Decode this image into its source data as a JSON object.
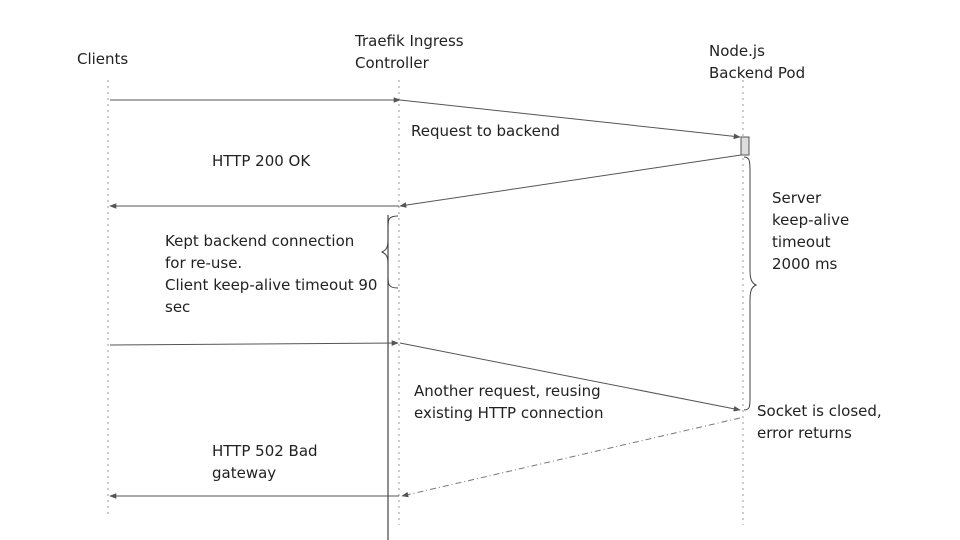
{
  "participants": {
    "clients": "Clients",
    "traefik": "Traefik Ingress\nController",
    "nodejs": "Node.js\nBackend Pod"
  },
  "messages": {
    "request_to_backend": "Request to backend",
    "http_200": "HTTP 200 OK",
    "another_request": "Another request, reusing\nexisting HTTP connection",
    "http_502": "HTTP 502 Bad\ngateway"
  },
  "notes": {
    "kept_connection": "Kept backend connection\nfor re-use.\nClient keep-alive timeout 90\nsec",
    "server_keepalive": "Server\nkeep-alive\ntimeout\n2000 ms",
    "socket_closed": "Socket is closed,\nerror returns"
  }
}
